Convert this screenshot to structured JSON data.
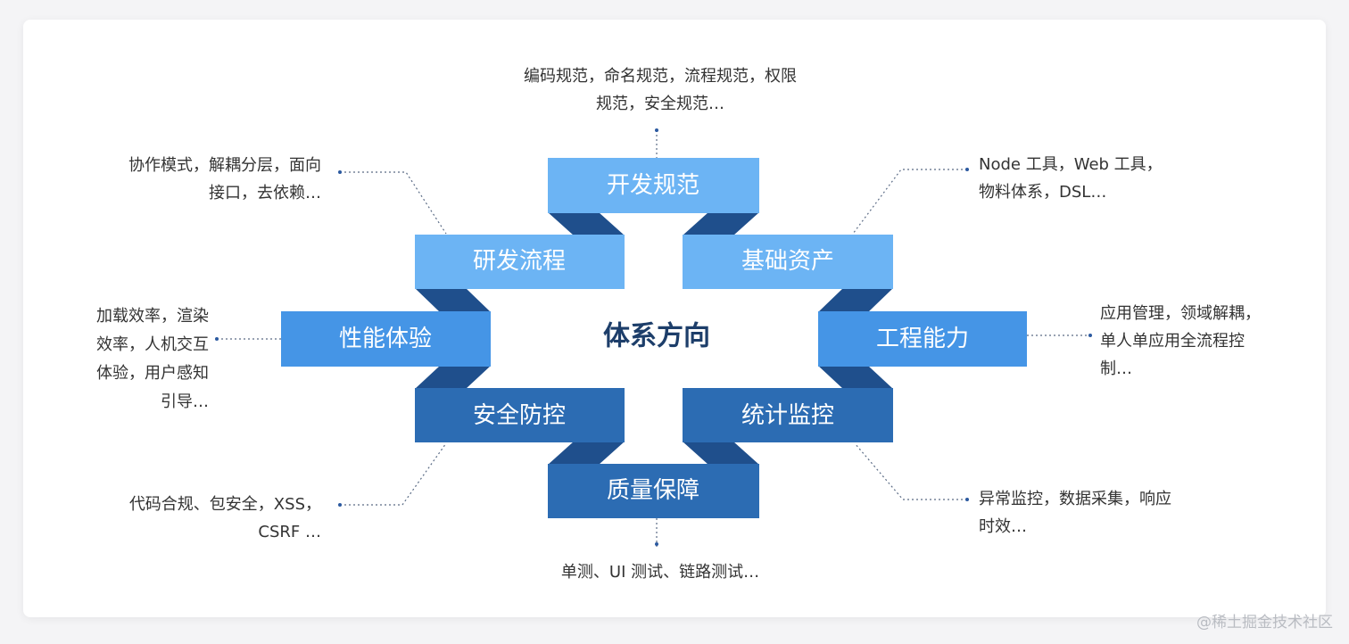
{
  "center_title": "体系方向",
  "colors": {
    "light_face": "#6cb4f4",
    "mid_face": "#4595e6",
    "dark_face": "#2c6cb3",
    "fold": "#1f4f8c",
    "title": "#1d3e6a",
    "leader": "#5a6b85"
  },
  "nodes": {
    "kaifa": "开发规范",
    "yanfa": "研发流程",
    "jichu": "基础资产",
    "xingneng": "性能体验",
    "gongcheng": "工程能力",
    "anquan": "安全防控",
    "tongji": "统计监控",
    "zhiliang": "质量保障"
  },
  "descriptions": {
    "kaifa": "编码规范，命名规范，流程规范，权限\n规范，安全规范…",
    "yanfa": "协作模式，解耦分层，面向\n接口，去依赖…",
    "jichu": "Node 工具，Web 工具，\n物料体系，DSL…",
    "xingneng": "加载效率，渲染\n效率，人机交互\n体验，用户感知\n引导…",
    "gongcheng": "应用管理，领域解耦，\n单人单应用全流程控\n制…",
    "anquan": "代码合规、包安全，XSS，\nCSRF …",
    "tongji": "异常监控，数据采集，响应\n时效…",
    "zhiliang": "单测、UI 测试、链路测试…"
  },
  "watermark": "@稀土掘金技术社区"
}
